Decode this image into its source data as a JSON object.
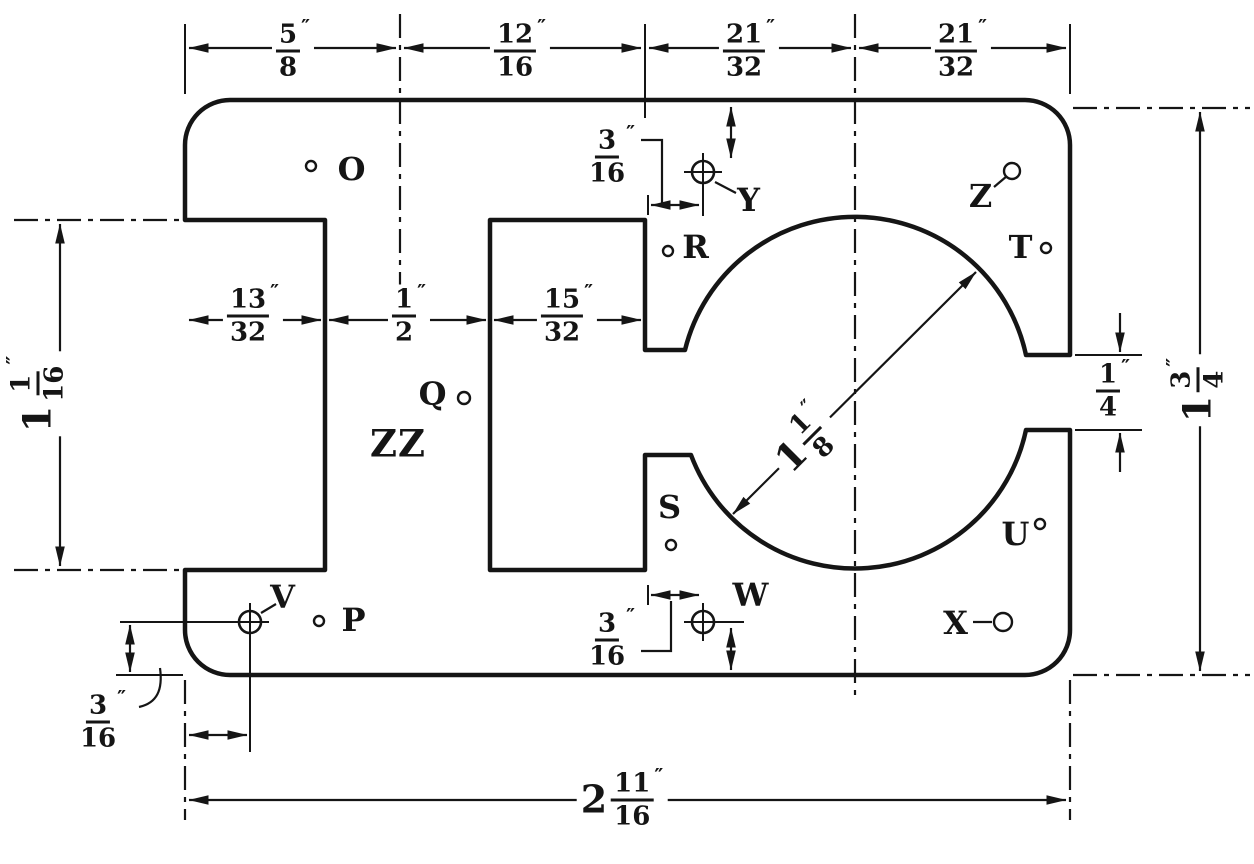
{
  "unit": "″",
  "points": {
    "O": "O",
    "P": "P",
    "Q": "Q",
    "R": "R",
    "S": "S",
    "T": "T",
    "U": "U",
    "V": "V",
    "W": "W",
    "X": "X",
    "Y": "Y",
    "Z": "Z",
    "ZZ": "ZZ"
  },
  "dims": {
    "top": [
      {
        "num": "5",
        "den": "8"
      },
      {
        "num": "12",
        "den": "16"
      },
      {
        "num": "21",
        "den": "32"
      },
      {
        "num": "21",
        "den": "32"
      }
    ],
    "mid": [
      {
        "num": "13",
        "den": "32"
      },
      {
        "num": "1",
        "den": "2"
      },
      {
        "num": "15",
        "den": "32"
      }
    ],
    "left_height": {
      "whole": "1",
      "num": "1",
      "den": "16"
    },
    "right_height": {
      "whole": "1",
      "num": "3",
      "den": "4"
    },
    "right_gap": {
      "num": "1",
      "den": "4"
    },
    "bore_diameter": {
      "whole": "1",
      "num": "1",
      "den": "8"
    },
    "hole_y_offset": {
      "num": "3",
      "den": "16"
    },
    "hole_w_offset": {
      "num": "3",
      "den": "16"
    },
    "hole_v_offset": {
      "num": "3",
      "den": "16"
    },
    "overall_width": {
      "whole": "2",
      "num": "11",
      "den": "16"
    }
  }
}
